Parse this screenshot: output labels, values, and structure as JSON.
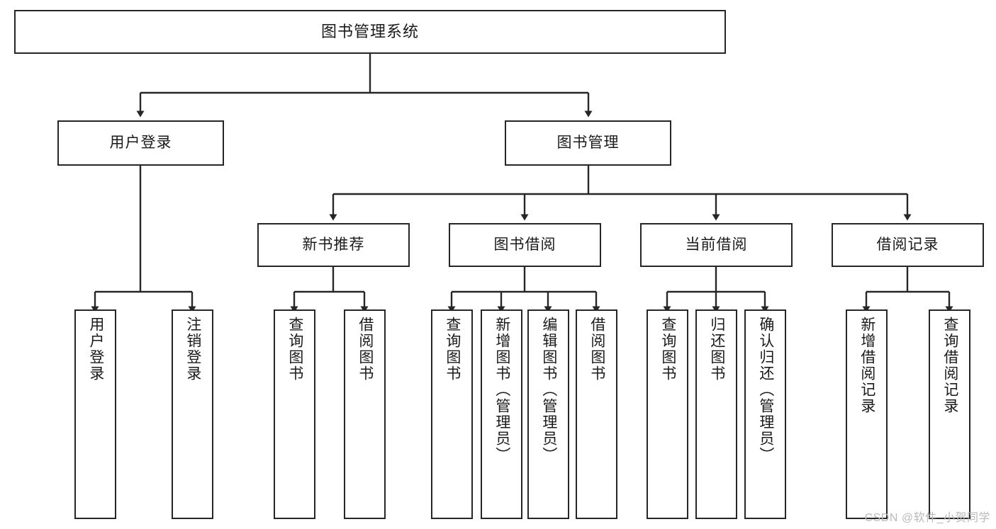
{
  "diagram": {
    "title": "图书管理系统",
    "type": "tree",
    "watermark": "CSDN @软件_小贺同学",
    "colors": {
      "stroke": "#262626",
      "fill": "#ffffff",
      "text": "#1a1a1a",
      "watermark": "#b9b9b9"
    },
    "root": {
      "label": "图书管理系统"
    },
    "level2": [
      {
        "label": "用户登录"
      },
      {
        "label": "图书管理"
      }
    ],
    "level3": [
      {
        "label": "新书推荐"
      },
      {
        "label": "图书借阅"
      },
      {
        "label": "当前借阅"
      },
      {
        "label": "借阅记录"
      }
    ],
    "leaves": {
      "user_login": [
        {
          "label": "用户登录"
        },
        {
          "label": "注销登录"
        }
      ],
      "new_book_recommend": [
        {
          "label": "查询图书"
        },
        {
          "label": "借阅图书"
        }
      ],
      "book_borrow": [
        {
          "label": "查询图书"
        },
        {
          "label": "新增图书（管理员）"
        },
        {
          "label": "编辑图书（管理员）"
        },
        {
          "label": "借阅图书"
        }
      ],
      "current_borrow": [
        {
          "label": "查询图书"
        },
        {
          "label": "归还图书"
        },
        {
          "label": "确认归还（管理员）"
        }
      ],
      "borrow_record": [
        {
          "label": "新增借阅记录"
        },
        {
          "label": "查询借阅记录"
        }
      ]
    }
  }
}
